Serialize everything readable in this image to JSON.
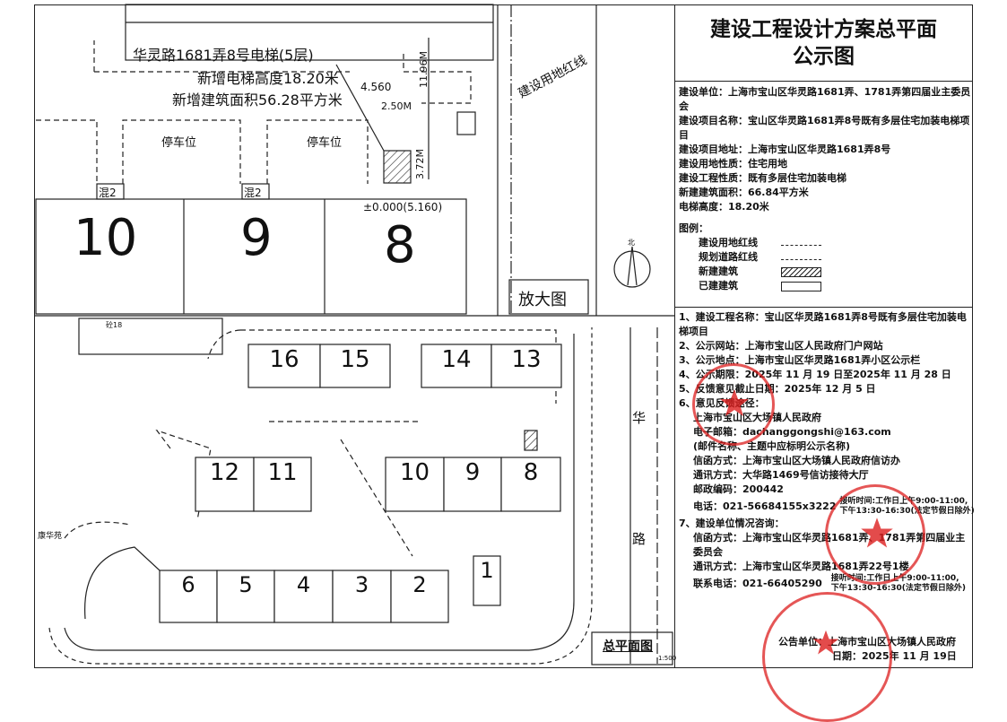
{
  "title": [
    "建设工程设计方案总平面",
    "公示图"
  ],
  "project_info": [
    "建设单位：上海市宝山区华灵路1681弄、1781弄第四届业主委员会",
    "建设项目名称：宝山区华灵路1681弄8号既有多层住宅加装电梯项目",
    "建设项目地址：上海市宝山区华灵路1681弄8号",
    "建设用地性质：住宅用地",
    "建设工程性质：既有多层住宅加装电梯",
    "新建建筑面积：66.84平方米",
    "电梯高度：18.20米"
  ],
  "legend": {
    "title": "图例：",
    "items": [
      {
        "label": "建设用地红线",
        "style": "dash-dot"
      },
      {
        "label": "规划道路红线",
        "style": "dashed"
      },
      {
        "label": "新建建筑",
        "style": "hatched"
      },
      {
        "label": "已建建筑",
        "style": "outline"
      }
    ]
  },
  "notice": {
    "l1": "1、建设工程名称：宝山区华灵路1681弄8号既有多层住宅加装电梯项目",
    "l2": "2、公示网站：上海市宝山区人民政府门户网站",
    "l3": "3、公示地点：上海市宝山区华灵路1681弄小区公示栏",
    "l4": "4、公示期限：2025年 11 月 19 日至2025年 11 月 28 日",
    "l5": "5、反馈意见截止日期：2025年 12 月 5 日",
    "l6": "6、意见反馈途径：",
    "l6a": "上海市宝山区大场镇人民政府",
    "l6b": "电子邮箱：dachanggongshi@163.com",
    "l6c": "(邮件名称、主题中应标明公示名称)",
    "l6d": "信函方式：上海市宝山区大场镇人民政府信访办",
    "l6e": "通讯方式：大华路1469号信访接待大厅",
    "l6f": "邮政编码：200442",
    "l6g": "电话：021-56684155x3222",
    "l6h": [
      "接听时间:工作日上午9:00-11:00,",
      "下午13:30-16:30(法定节假日除外)"
    ],
    "l7": "7、建设单位情况咨询：",
    "l7a": "信函方式：上海市宝山区华灵路1681弄、1781弄第四届业主委员会",
    "l7b": "通讯方式：上海市宝山区华灵路1681弄22号1楼",
    "l7c": "联系电话：021-66405290",
    "l7d": [
      "接听时间:工作日上午9:00-11:00,",
      "下午13:30-16:30(法定节假日除外)"
    ],
    "issuer": "公告单位：上海市宝山区大场镇人民政府",
    "date": "日期：2025年 11 月 19日"
  },
  "detail": {
    "label1": "华灵路1681弄8号电梯(5层)",
    "label2": "新增电梯高度18.20米",
    "label3": "新增建筑面积56.28平方米",
    "elev": "4.560",
    "dim_w": "2.50M",
    "dim_h1": "11.96M",
    "dim_h2": "3.72M",
    "parking": "停车位",
    "mix": "混2",
    "zero": "±0.000(5.160)",
    "buildings": [
      "10",
      "9",
      "8"
    ],
    "redline": "建设用地红线",
    "enlarge": "放大图",
    "north": "北"
  },
  "site": {
    "buildings_top": [
      "16",
      "15",
      "14",
      "13"
    ],
    "buildings_mid": [
      "12",
      "11",
      "10",
      "9",
      "8"
    ],
    "buildings_bot": [
      "6",
      "5",
      "4",
      "3",
      "2",
      "1"
    ],
    "neighbor": "康华苑",
    "road": [
      "华",
      "路"
    ],
    "plan_title": "总平面图",
    "scale": "1:500",
    "corner_label": "砼18"
  },
  "colors": {
    "stamp": "#dc1e1e",
    "line": "#222222"
  }
}
